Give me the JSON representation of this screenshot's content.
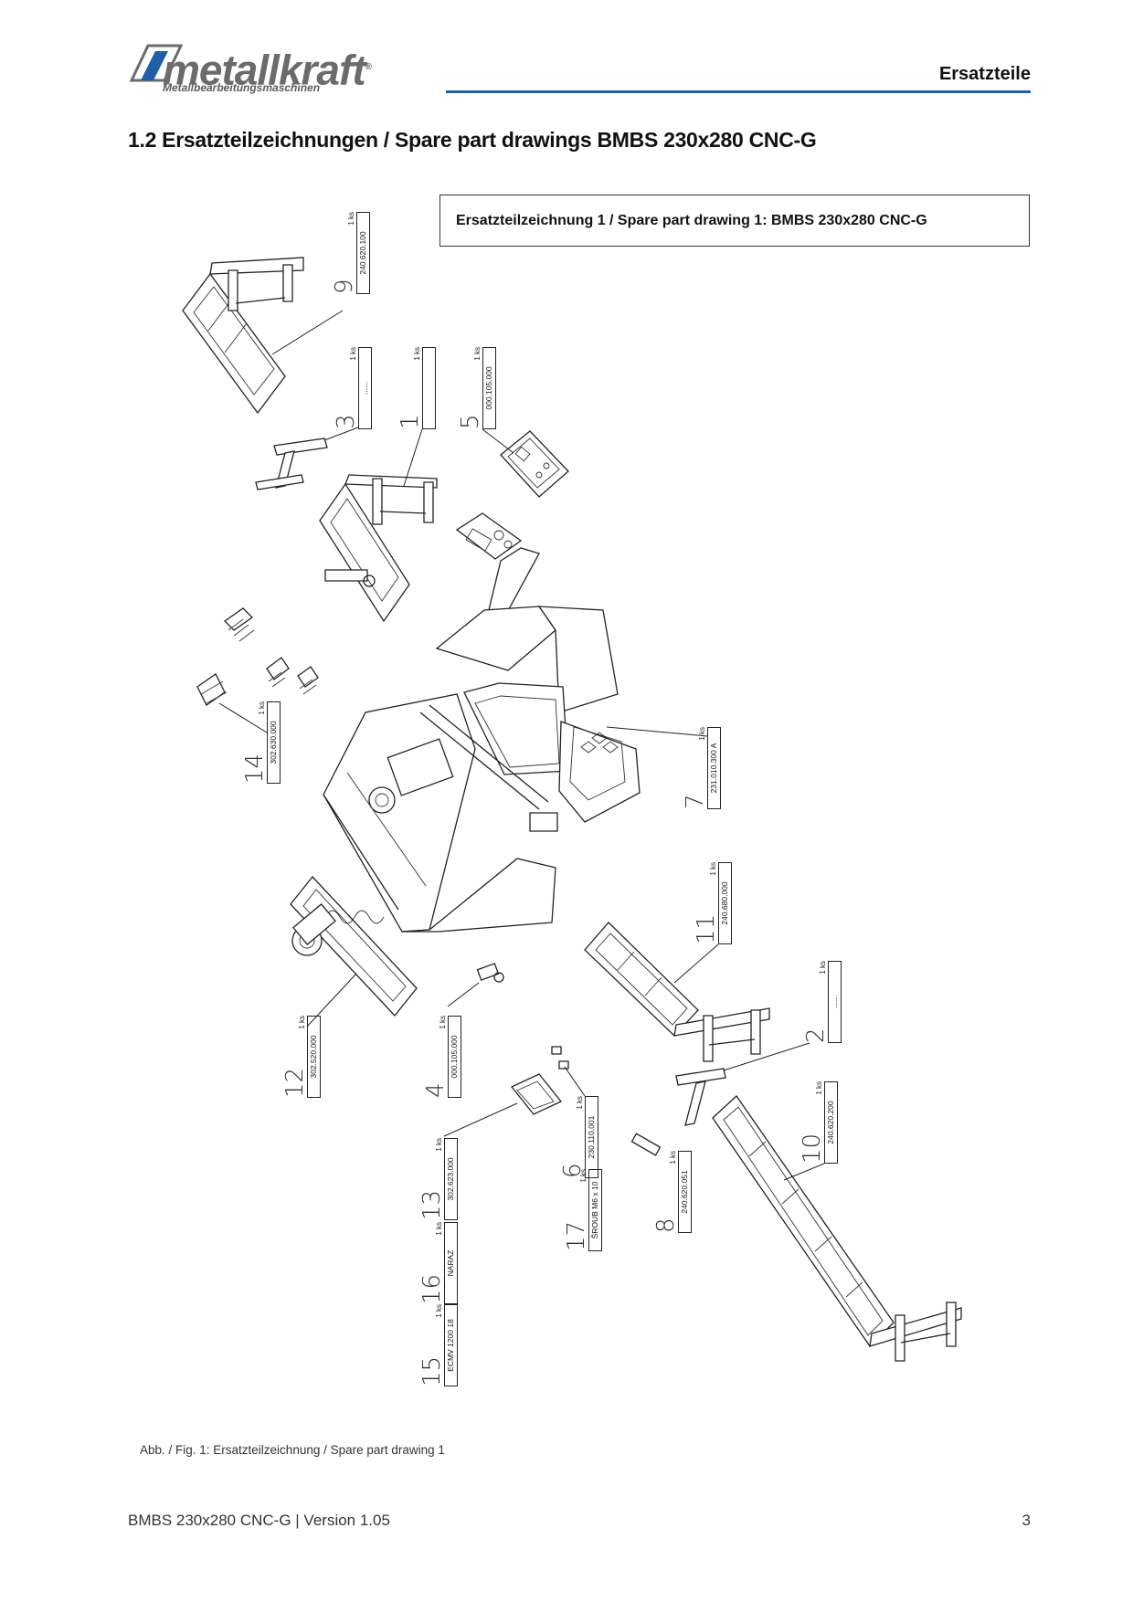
{
  "brand": {
    "name": "metallkraft",
    "registered": "®",
    "tagline": "Metallbearbeitungsmaschinen"
  },
  "header": {
    "section": "Ersatzteile"
  },
  "heading": "1.2  Ersatzteilzeichnungen / Spare part drawings BMBS 230x280 CNC-G",
  "caption_box": "Ersatzteilzeichnung 1 / Spare part drawing 1: BMBS 230x280 CNC-G",
  "callouts": [
    {
      "num": "9",
      "qty": "1 ks",
      "part": "240.620.100"
    },
    {
      "num": "3",
      "qty": "1 ks",
      "part": "......"
    },
    {
      "num": "1",
      "qty": "1 ks",
      "part": ""
    },
    {
      "num": "5",
      "qty": "1 ks",
      "part": "000.105.000"
    },
    {
      "num": "14",
      "qty": "1 ks",
      "part": "302.630.000"
    },
    {
      "num": "7",
      "qty": "1 ks",
      "part": "231.010.300 A"
    },
    {
      "num": "11",
      "qty": "1 ks",
      "part": "240.680.000"
    },
    {
      "num": "2",
      "qty": "1 ks",
      "part": "......"
    },
    {
      "num": "12",
      "qty": "1 ks",
      "part": "302.520.000"
    },
    {
      "num": "4",
      "qty": "1 ks",
      "part": "000.105.000"
    },
    {
      "num": "10",
      "qty": "1 ks",
      "part": "240.620.200"
    },
    {
      "num": "6",
      "qty": "1 ks",
      "part": "230.110.001"
    },
    {
      "num": "13",
      "qty": "1 ks",
      "part": "302.623.000"
    },
    {
      "num": "17",
      "qty": "1 ks",
      "part": "ŠROUB M6 x 10"
    },
    {
      "num": "8",
      "qty": "1 ks",
      "part": "240.620.051"
    },
    {
      "num": "16",
      "qty": "1 ks",
      "part": "NARAZ"
    },
    {
      "num": "15",
      "qty": "1 ks",
      "part": "ECMV 1200 18"
    }
  ],
  "figure_caption": "Abb. / Fig. 1: Ersatzteilzeichnung / Spare part drawing 1",
  "footer": {
    "document": "BMBS 230x280 CNC-G | Version 1.05",
    "page": "3"
  },
  "colors": {
    "accent_rule": "#1f5fa8",
    "logo_gray": "#6b6b6b"
  }
}
